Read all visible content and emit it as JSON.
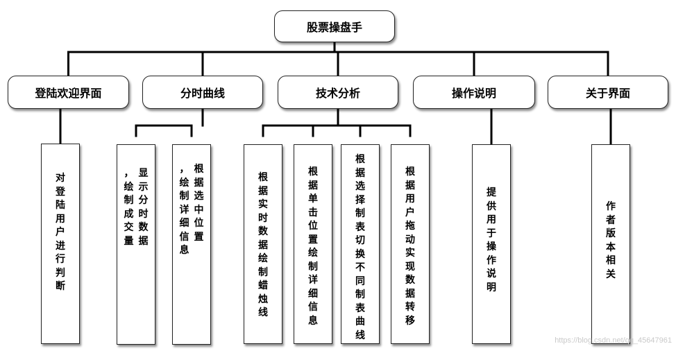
{
  "root": {
    "label": "股票操盘手"
  },
  "categories": [
    {
      "label": "登陆欢迎界面",
      "leaves": [
        {
          "columns": [
            "对登陆用户进行判断"
          ]
        }
      ]
    },
    {
      "label": "分时曲线",
      "leaves": [
        {
          "columns": [
            "显示分时数据",
            "，绘制成交量"
          ]
        },
        {
          "columns": [
            "根据选中位置",
            "，绘制详细信息"
          ]
        }
      ]
    },
    {
      "label": "技术分析",
      "leaves": [
        {
          "columns": [
            "根据实时数据绘制蜡烛线"
          ]
        },
        {
          "columns": [
            "根据单击位置绘制详细信息"
          ]
        },
        {
          "columns": [
            "根据选择制表切换不同制表曲线"
          ]
        },
        {
          "columns": [
            "根据用户拖动实现数据转移"
          ]
        }
      ]
    },
    {
      "label": "操作说明",
      "leaves": [
        {
          "columns": [
            "提供用于操作说明"
          ]
        }
      ]
    },
    {
      "label": "关于界面",
      "leaves": [
        {
          "columns": [
            "作者版本相关"
          ]
        }
      ]
    }
  ],
  "watermark": "https://blog.csdn.net/qq_45647961"
}
